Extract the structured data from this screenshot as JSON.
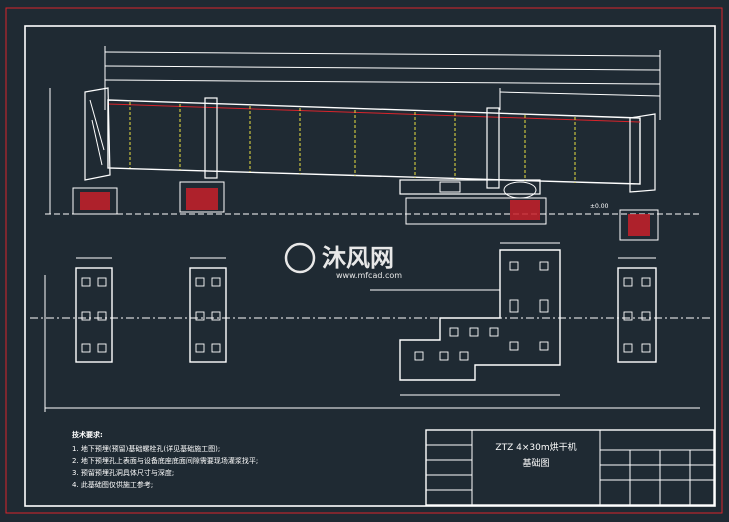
{
  "drawing": {
    "title_line1": "ZTZ 4×30m烘干机",
    "title_line2": "基础图",
    "notes_heading": "技术要求:",
    "notes": [
      "1. 地下预埋(预留)基础螺栓孔(详见基础施工图);",
      "2. 地下预埋孔上表面与设备底座底面间隙需要现场灌浆找平;",
      "3. 预留预埋孔洞具体尺寸与深度;",
      "4. 此基础图仅供施工参考;"
    ],
    "elevation_mark": "±0.00"
  },
  "watermark": {
    "brand": "沐风网",
    "url": "www.mfcad.com"
  },
  "colors": {
    "background": "#1f2a33",
    "border_red": "#d8242b",
    "frame_white": "#ffffff",
    "hatch_red": "#c8202a",
    "yellow_dash": "#e8e040"
  }
}
